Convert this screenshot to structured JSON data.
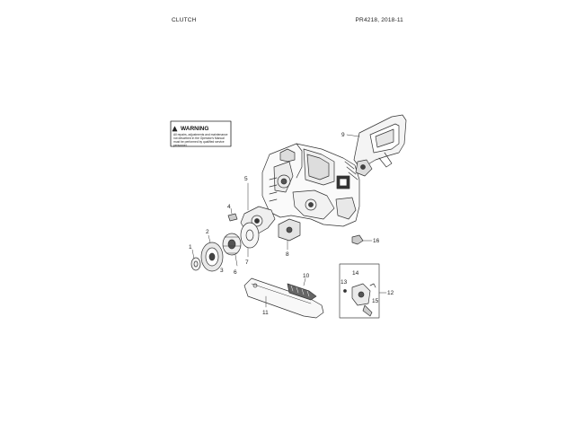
{
  "header": {
    "section_title": "CLUTCH",
    "document_ref": "PR4218, 2018-11"
  },
  "warning_label": {
    "heading": "WARNING",
    "lines": [
      "All repairs, adjustments and maintenance",
      "not described in the Operator's Manual",
      "must be performed by qualified service",
      "personnel."
    ]
  },
  "callouts": {
    "p1": "1",
    "p2": "2",
    "p3": "3",
    "p4": "4",
    "p5": "5",
    "p6": "6",
    "p7": "7",
    "p8": "8",
    "p9": "9",
    "p10": "10",
    "p11": "11",
    "p12": "12",
    "p13": "13",
    "p14": "14",
    "p15": "15",
    "p16": "16"
  }
}
